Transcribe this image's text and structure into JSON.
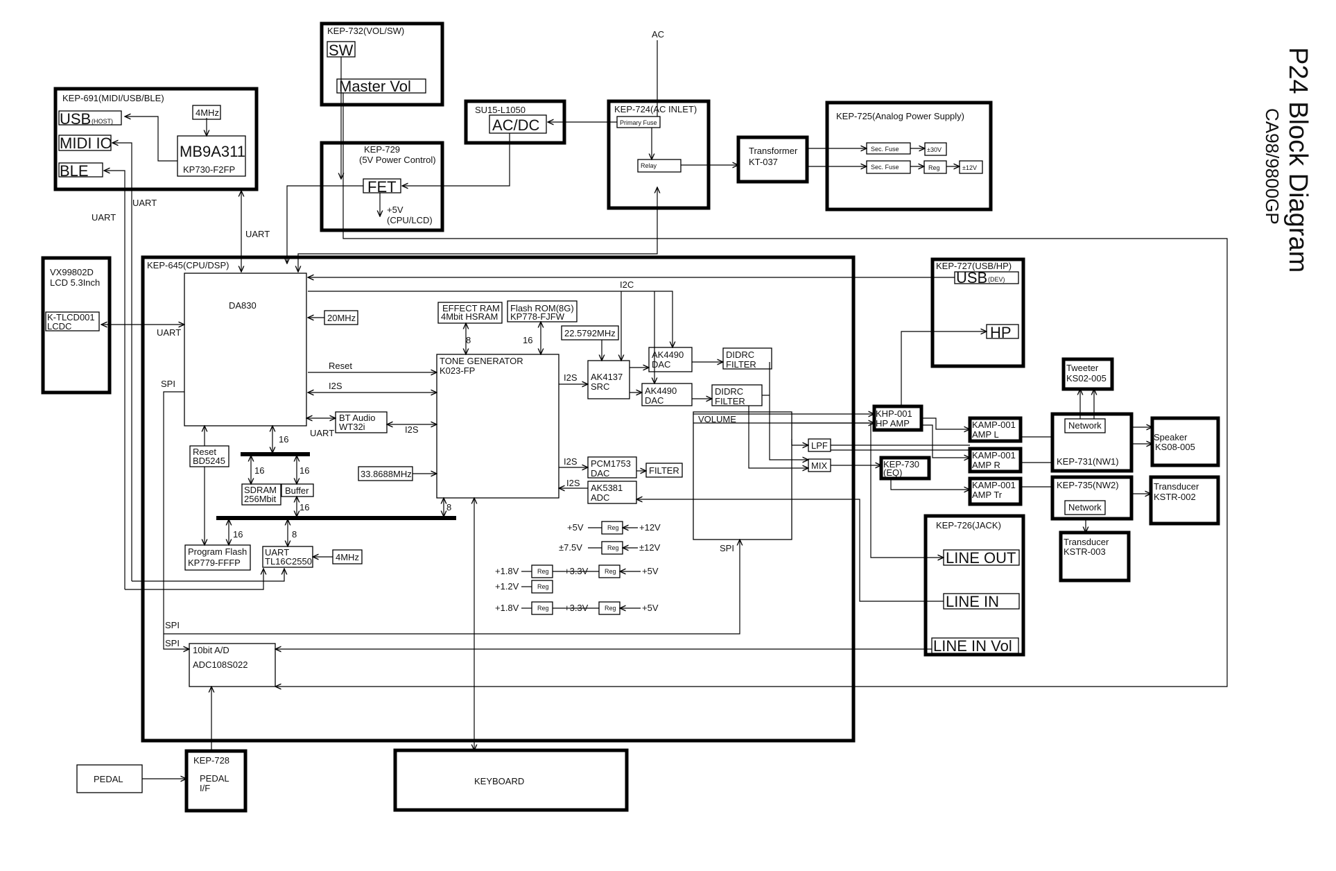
{
  "title": {
    "main": "P24 Block Diagram",
    "model": "CA98/9800GP"
  },
  "kep691": {
    "name": "KEP-691(MIDI/USB/BLE)",
    "usb": "USB",
    "usb_sub": "(HOST)",
    "midi": "MIDI IO",
    "ble": "BLE",
    "clock": "4MHz",
    "chip": "MB9A311",
    "part": "KP730-F2FP"
  },
  "kep732": {
    "name": "KEP-732(VOL/SW)",
    "sw": "SW",
    "master_vol": "Master Vol"
  },
  "su15": {
    "name": "SU15-L1050",
    "acdc": "AC/DC"
  },
  "ac_label": "AC",
  "kep724": {
    "name": "KEP-724(AC INLET)",
    "primary_fuse": "Primary Fuse",
    "relay": "Relay"
  },
  "transformer": {
    "name": "Transformer",
    "part": "KT-037"
  },
  "kep725": {
    "name": "KEP-725(Analog Power Supply)",
    "sec_fuse_1": "Sec. Fuse",
    "sec_fuse_2": "Sec. Fuse",
    "out_30v": "±30V",
    "reg": "Reg",
    "out_12v": "±12V"
  },
  "kep729": {
    "name": "KEP-729",
    "desc": "(5V Power Control)",
    "fet": "FET",
    "out_5v": "+5V",
    "out_5v_sub": "(CPU/LCD)"
  },
  "lcd": {
    "name": "VX99802D",
    "size": "LCD 5.3Inch",
    "module": "K-TLCD001",
    "lcdc": "LCDC"
  },
  "signals": {
    "uart_1": "UART",
    "uart_2": "UART",
    "uart_3": "UART",
    "uart_4": "UART",
    "uart_5": "UART",
    "spi_1": "SPI",
    "spi_2": "SPI",
    "spi_3": "SPI",
    "spi_4": "SPI",
    "i2c": "I2C",
    "reset": "Reset",
    "i2s_1": "I2S",
    "i2s_2": "I2S",
    "i2s_3": "I2S",
    "i2s_4": "I2S",
    "i2s_5": "I2S"
  },
  "kep645": {
    "name": "KEP-645(CPU/DSP)",
    "cpu": "DA830",
    "clock_20": "20MHz",
    "effect_ram": "EFFECT RAM",
    "effect_ram_part": "4Mbit HSRAM",
    "flash_rom": "Flash ROM(8G)",
    "flash_rom_part": "KP778-FJFW",
    "clock_22": "22.5792MHz",
    "tone_gen": "TONE GENERATOR",
    "tone_gen_part": "K023-FP",
    "clock_33": "33.8688MHz",
    "bt_audio": "BT Audio",
    "bt_part": "WT32i",
    "reset_ic": "Reset",
    "reset_part": "BD5245",
    "sdram": "SDRAM",
    "sdram_size": "256Mbit",
    "buffer": "Buffer",
    "prog_flash": "Program Flash",
    "prog_flash_part": "KP779-FFFP",
    "uart_ic": "UART",
    "uart_part": "TL16C2550",
    "clock_4": "4MHz",
    "adc_10": "10bit A/D",
    "adc_10_part": "ADC108S022",
    "ak4137": "AK4137",
    "src": "SRC",
    "ak4490_1": "AK4490",
    "dac_1": "DAC",
    "ak4490_2": "AK4490",
    "dac_2": "DAC",
    "didrc_1": "DIDRC",
    "filter_1": "FILTER",
    "didrc_2": "DIDRC",
    "filter_2": "FILTER",
    "pcm1753": "PCM1753",
    "dac_3": "DAC",
    "filter_3": "FILTER",
    "ak5381": "AK5381",
    "adc": "ADC",
    "volume": "VOLUME",
    "lpf": "LPF",
    "mix": "MIX",
    "bus_16a": "16",
    "bus_16b": "16",
    "bus_16c": "16",
    "bus_16d": "16",
    "bus_16e": "16",
    "bus_16f": "16",
    "bus_8a": "8",
    "bus_8b": "8",
    "bus_8c": "8"
  },
  "regs": {
    "p5v": "+5V",
    "p12v": "+12V",
    "pm75v": "±7.5V",
    "pm12v": "±12V",
    "p18v_1": "+1.8V",
    "p33v_1": "+3.3V",
    "p5v_2": "+5V",
    "p12v_2": "+1.2V",
    "p18v_2": "+1.8V",
    "p33v_2": "+3.3V",
    "p5v_3": "+5V",
    "reg": "Reg"
  },
  "kep727": {
    "name": "KEP-727(USB/HP)",
    "usb": "USB",
    "usb_sub": "(DEV)",
    "hp": "HP"
  },
  "khp001": {
    "name": "KHP-001",
    "desc": "HP AMP"
  },
  "kep730": {
    "name": "KEP-730",
    "desc": "(EQ)"
  },
  "kamp_l": {
    "name": "KAMP-001",
    "desc": "AMP L"
  },
  "kamp_r": {
    "name": "KAMP-001",
    "desc": "AMP R"
  },
  "kamp_tr": {
    "name": "KAMP-001",
    "desc": "AMP Tr"
  },
  "tweeter": {
    "name": "Tweeter",
    "part": "KS02-005"
  },
  "kep731": {
    "name": "KEP-731(NW1)",
    "network": "Network"
  },
  "kep735": {
    "name": "KEP-735(NW2)",
    "network": "Network"
  },
  "speaker": {
    "name": "Speaker",
    "part": "KS08-005"
  },
  "transducer_1": {
    "name": "Transducer",
    "part": "KSTR-002"
  },
  "transducer_2": {
    "name": "Transducer",
    "part": "KSTR-003"
  },
  "kep726": {
    "name": "KEP-726(JACK)",
    "line_out": "LINE OUT",
    "line_in": "LINE IN",
    "line_in_vol": "LINE IN Vol"
  },
  "kep728": {
    "name": "KEP-728",
    "pedal_if": "PEDAL",
    "pedal_if_sub": "I/F"
  },
  "pedal": "PEDAL",
  "keyboard": "KEYBOARD"
}
